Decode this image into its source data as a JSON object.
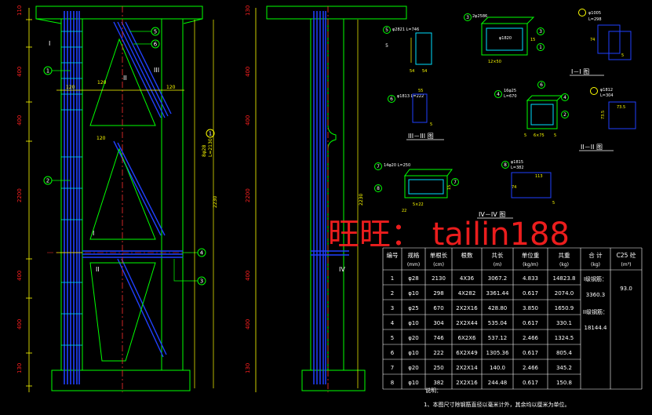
{
  "watermark": "旺旺：  tailin188",
  "elevation_left": {
    "dims": [
      "110",
      "400",
      "400",
      "2200",
      "400",
      "400",
      "130"
    ],
    "marks": [
      "1",
      "2",
      "3",
      "4",
      "5",
      "6"
    ],
    "label_I": "I",
    "label_II": "II",
    "label_III": "III",
    "small_dims": [
      "120",
      "120",
      "120",
      "120"
    ],
    "center_dim": "2230",
    "bar_note_1": "8φ28",
    "bar_note_2": "L=2130"
  },
  "elevation_right": {
    "dims": [
      "130",
      "400",
      "400",
      "2200",
      "400",
      "400",
      "130"
    ],
    "total": "2230",
    "label_IV": "IV"
  },
  "details": {
    "item5": {
      "mark": "5",
      "note": "φ2821 L=746",
      "dims": [
        "54",
        "54"
      ]
    },
    "item3": {
      "mark": "3",
      "note": "2φ2586",
      "note2": "φ1820",
      "dims": [
        "12×50",
        "15"
      ]
    },
    "item_top": {
      "note": "φ1005",
      "note2": "L=298",
      "dims": [
        "74",
        "5"
      ]
    },
    "item6": {
      "mark": "6",
      "note": "φ1813 L=222",
      "dims": [
        "55",
        "5"
      ]
    },
    "item4": {
      "mark": "4",
      "note": "16φ25",
      "note2": "L=670",
      "dims": [
        "5",
        "6×75",
        "5"
      ]
    },
    "item_mid": {
      "note": "φ1812",
      "note2": "L=304",
      "dims": [
        "73.5",
        "73.5"
      ]
    },
    "item7": {
      "mark": "7",
      "note": "14φ20 L=250",
      "dims": [
        "5×22",
        "15",
        "22"
      ]
    },
    "item8": {
      "mark": "8",
      "note": "φ1815",
      "note2": "L=382",
      "dims": [
        "113",
        "74",
        "5"
      ]
    },
    "sec_I": "I－I 图",
    "sec_II": "II－II 图",
    "sec_III": "III－III 图",
    "sec_IV": "IV－IV 图"
  },
  "table": {
    "headers": [
      [
        "编号",
        ""
      ],
      [
        "规格",
        "(mm)"
      ],
      [
        "单根长",
        "(cm)"
      ],
      [
        "根数",
        ""
      ],
      [
        "共长",
        "(m)"
      ],
      [
        "单位重",
        "(kg/m)"
      ],
      [
        "共重",
        "(kg)"
      ],
      [
        "合 计",
        "(kg)"
      ],
      [
        "C25 砼",
        "(m³)"
      ]
    ],
    "rows": [
      [
        "1",
        "φ28",
        "2130",
        "4X36",
        "3067.2",
        "4.833",
        "14823.8"
      ],
      [
        "2",
        "φ10",
        "298",
        "4X282",
        "3361.44",
        "0.617",
        "2074.0"
      ],
      [
        "3",
        "φ25",
        "670",
        "2X2X16",
        "428.80",
        "3.850",
        "1650.9"
      ],
      [
        "4",
        "φ10",
        "304",
        "2X2X44",
        "535.04",
        "0.617",
        "330.1"
      ],
      [
        "5",
        "φ20",
        "746",
        "6X2X6",
        "537.12",
        "2.466",
        "1324.5"
      ],
      [
        "6",
        "φ10",
        "222",
        "6X2X49",
        "1305.36",
        "0.617",
        "805.4"
      ],
      [
        "7",
        "φ20",
        "250",
        "2X2X14",
        "140.0",
        "2.466",
        "345.2"
      ],
      [
        "8",
        "φ10",
        "382",
        "2X2X16",
        "244.48",
        "0.617",
        "150.8"
      ]
    ],
    "totals": [
      "I级钢筋：",
      "3360.3",
      "II级钢筋：",
      "18144.4"
    ],
    "concrete": "93.0"
  },
  "notes": {
    "heading": "说明：",
    "line1": "1、本图尺寸除钢筋直径以毫米计外，其余均以厘米为单位。"
  },
  "colors": {
    "yellow": "#ffff00",
    "green": "#00ff00",
    "blue": "#2040ff",
    "red": "#ff2020",
    "cyan": "#00e0ff"
  }
}
